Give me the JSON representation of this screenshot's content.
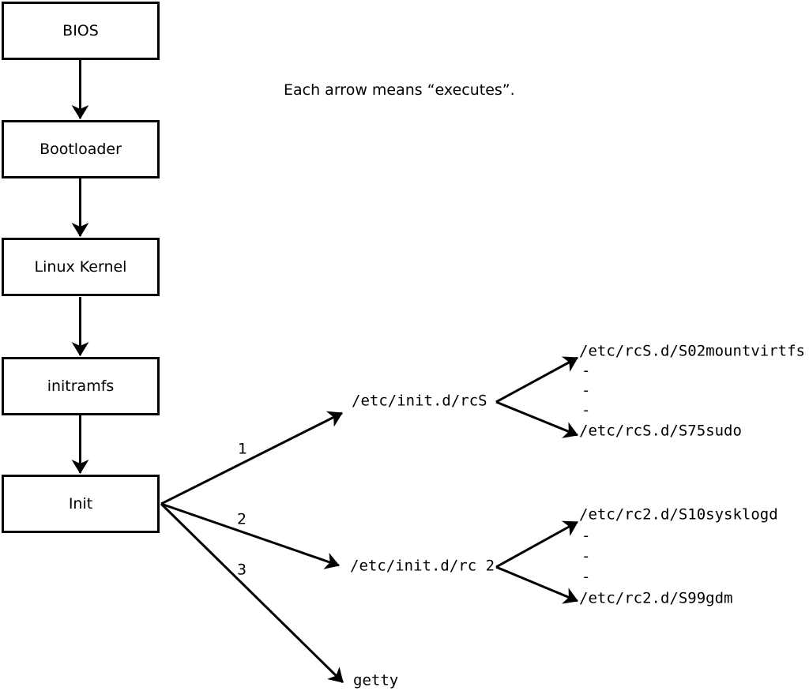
{
  "caption": "Each arrow means “executes”.",
  "boot_chain": {
    "boxes": [
      {
        "label": "BIOS"
      },
      {
        "label": "Bootloader"
      },
      {
        "label": "Linux Kernel"
      },
      {
        "label": "initramfs"
      },
      {
        "label": "Init"
      }
    ]
  },
  "init_children": [
    {
      "number": "1",
      "target": "/etc/init.d/rcS"
    },
    {
      "number": "2",
      "target": "/etc/init.d/rc 2"
    },
    {
      "number": "3",
      "target": "getty"
    }
  ],
  "rcS_dir": {
    "first_script": "/etc/rcS.d/S02mountvirtfs",
    "ellipsis": [
      "-",
      "-",
      "-"
    ],
    "last_script": "/etc/rcS.d/S75sudo"
  },
  "rc2_dir": {
    "first_script": "/etc/rc2.d/S10sysklogd",
    "ellipsis": [
      "-",
      "-",
      "-"
    ],
    "last_script": "/etc/rc2.d/S99gdm"
  },
  "colors": {
    "stroke": "#000000",
    "background": "#ffffff",
    "text": "#000000"
  }
}
